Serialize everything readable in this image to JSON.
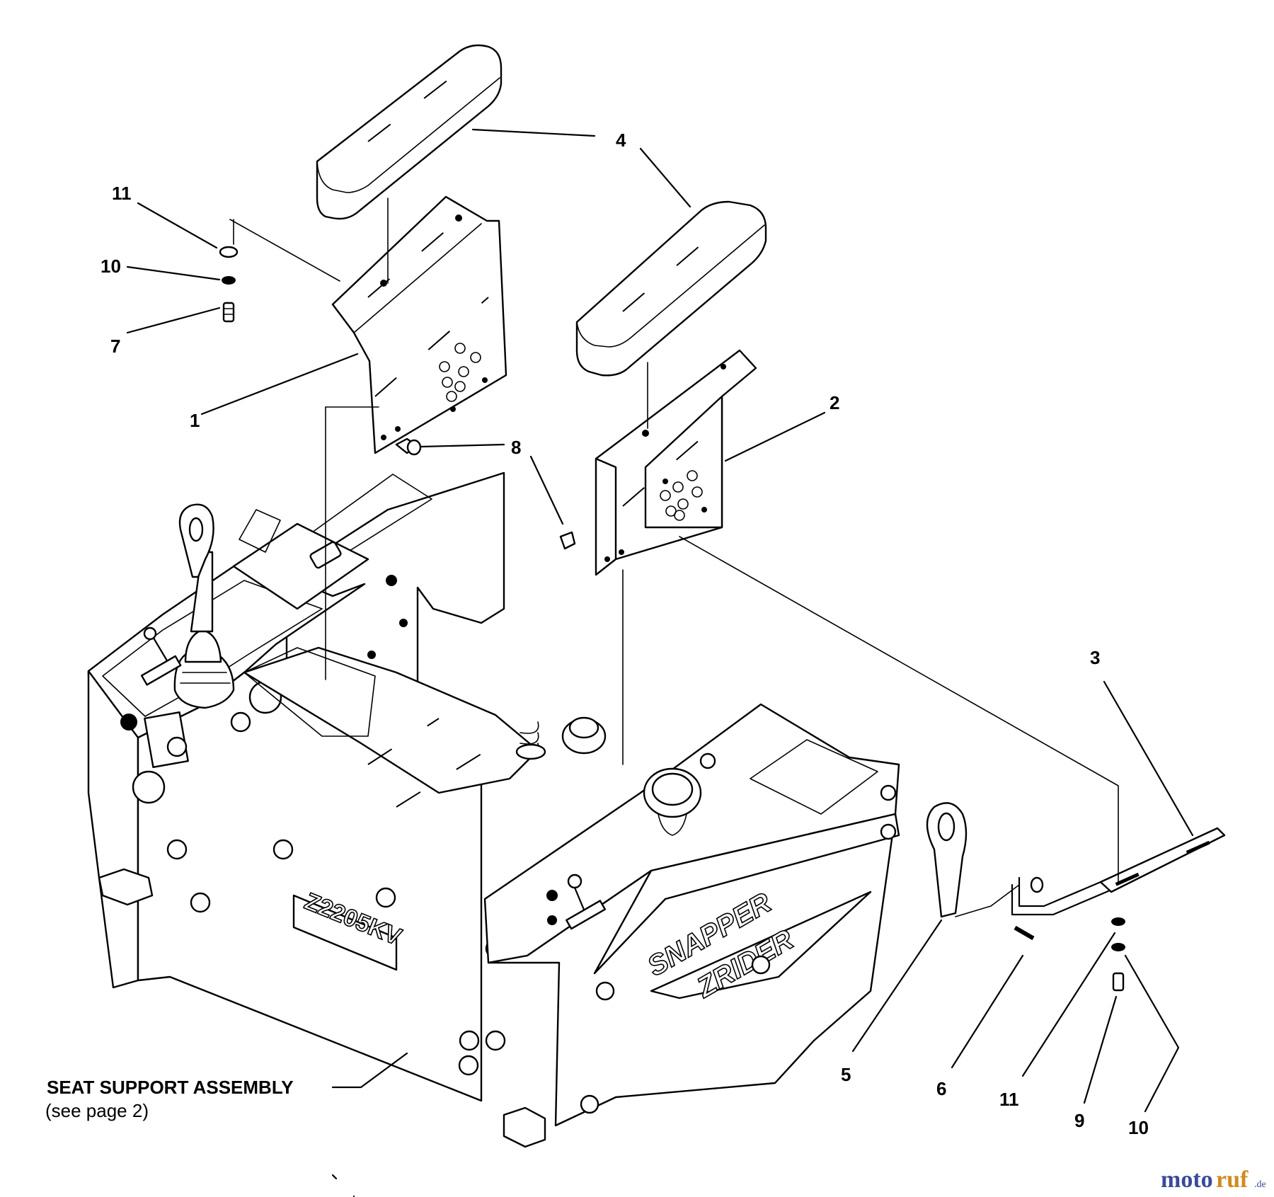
{
  "callouts": {
    "c1": "1",
    "c2": "2",
    "c3": "3",
    "c4": "4",
    "c5": "5",
    "c6": "6",
    "c7": "7",
    "c8": "8",
    "c9": "9",
    "c10_left": "10",
    "c10_right": "10",
    "c11_left": "11",
    "c11_right": "11"
  },
  "assembly_note": {
    "title": "SEAT SUPPORT ASSEMBLY",
    "subtitle": "(see page 2)"
  },
  "decals": {
    "model_number": "Z2205KV",
    "brand_line1": "SNAPPER",
    "brand_line2": "ZRIDER"
  },
  "watermark": {
    "part1": "moto",
    "part2": "ruf",
    "suffix": ".de"
  }
}
